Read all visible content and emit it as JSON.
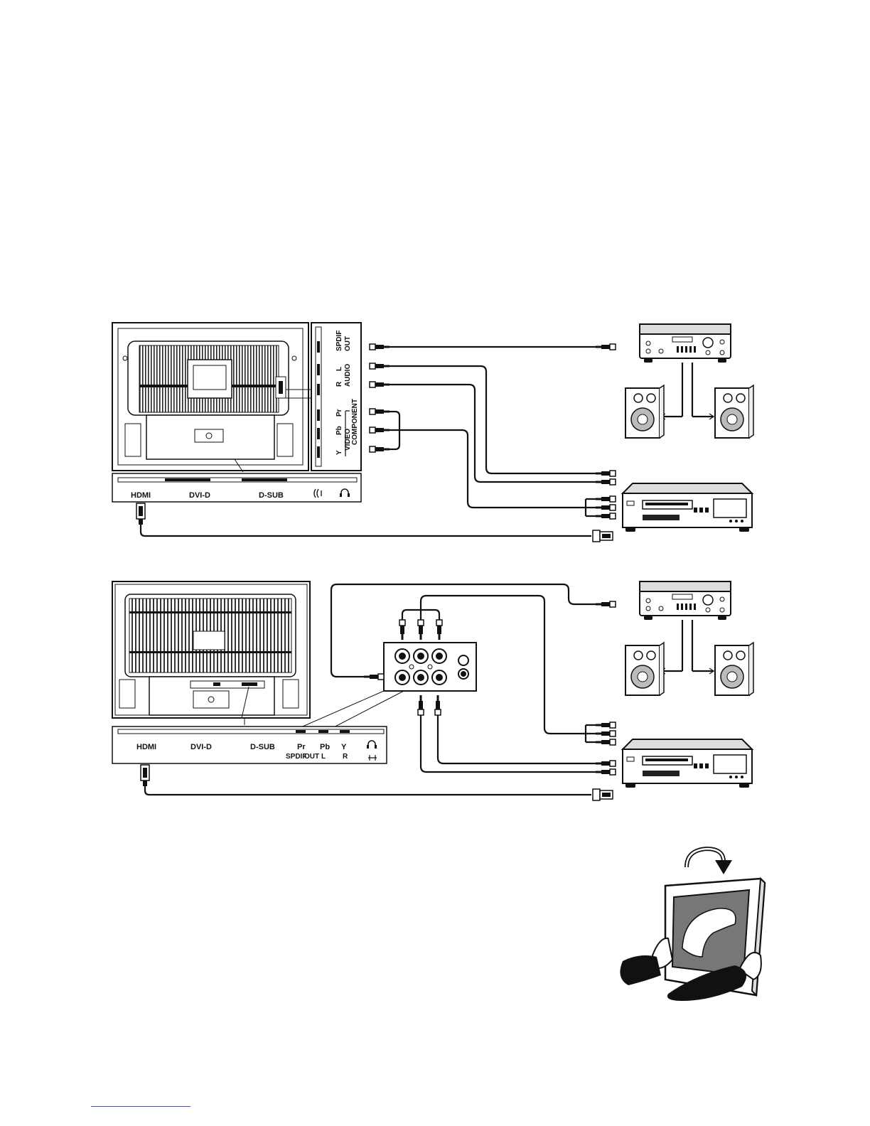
{
  "diagram1": {
    "port_labels": [
      "HDMI",
      "DVI-D",
      "D-SUB"
    ],
    "side_labels": {
      "spdif": "SPDIF",
      "out": "OUT",
      "audio": "AUDIO",
      "audio_r": "R",
      "audio_l": "L",
      "component": "COMPONENT",
      "video": "VIDEO",
      "y": "Y",
      "pb": "Pb",
      "pr": "Pr"
    }
  },
  "diagram2": {
    "port_labels": [
      "HDMI",
      "DVI-D",
      "D-SUB"
    ],
    "jack_labels": [
      {
        "top": "Pr",
        "bottom": "SPDIF"
      },
      {
        "top": "",
        "bottom": "OUT"
      },
      {
        "top": "Pb",
        "bottom": "L"
      },
      {
        "top": "Y",
        "bottom": "R"
      }
    ]
  },
  "icons": [
    "monitor-rear-icon",
    "amplifier-icon",
    "speaker-icon",
    "vcr-player-icon",
    "headphone-icon",
    "rotate-arrow-icon",
    "hands-holding-monitor-icon"
  ],
  "colors": {
    "line": "#111111",
    "rule": "#3b55c8"
  }
}
